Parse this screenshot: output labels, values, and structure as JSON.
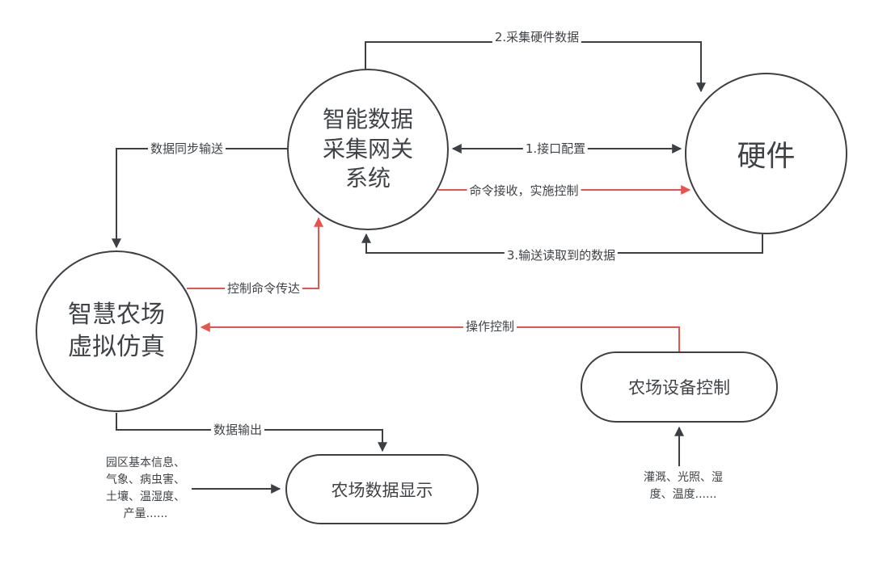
{
  "colors": {
    "line": "#3c4045",
    "red": "#e8534e",
    "text": "#3f4347",
    "fill": "#ffffff"
  },
  "nodes": {
    "gateway": {
      "label": "智能数据\n采集网关\n系统"
    },
    "hardware": {
      "label": "硬件"
    },
    "farm_sim": {
      "label": "智慧农场\n虚拟仿真"
    },
    "device_control": {
      "label": "农场设备控制"
    },
    "data_display": {
      "label": "农场数据显示"
    }
  },
  "edges": {
    "collect_hw_data": {
      "label": "2.采集硬件数据",
      "color": "#3c4045"
    },
    "interface_config": {
      "label": "1.接口配置",
      "color": "#3c4045"
    },
    "cmd_receive": {
      "label": "命令接收，实施控制",
      "color": "#e8534e"
    },
    "send_read_data": {
      "label": "3.输送读取到的数据",
      "color": "#3c4045"
    },
    "data_sync": {
      "label": "数据同步输送",
      "color": "#3c4045"
    },
    "ctrl_cmd": {
      "label": "控制命令传达",
      "color": "#e8534e"
    },
    "op_control": {
      "label": "操作控制",
      "color": "#e8534e"
    },
    "data_output": {
      "label": "数据输出",
      "color": "#3c4045"
    }
  },
  "notes": {
    "park_info": {
      "text": "园区基本信息、\n气象、病虫害、\n土壤、温湿度、\n产量......"
    },
    "device_params": {
      "text": "灌溉、光照、湿\n度、温度......"
    }
  }
}
